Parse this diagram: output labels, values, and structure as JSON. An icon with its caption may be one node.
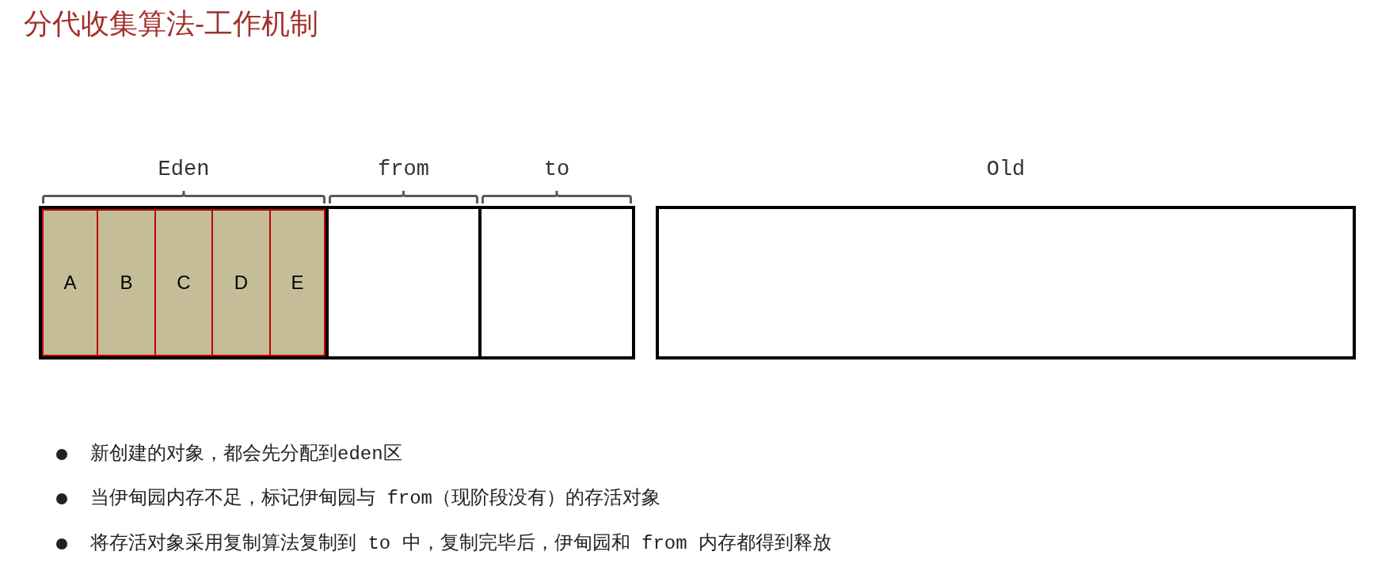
{
  "diagram": {
    "title": "分代收集算法-工作机制",
    "nodes": [
      {
        "text": [
          "Eden"
        ]
      },
      {
        "text": [
          "A"
        ],
        "in": 0
      },
      {
        "text": [
          "B"
        ],
        "in": 0
      },
      {
        "text": [
          "C"
        ],
        "in": 0
      },
      {
        "text": [
          "D"
        ],
        "in": 0
      },
      {
        "text": [
          "E"
        ],
        "in": 0
      },
      {
        "text": [
          "from"
        ]
      },
      {
        "text": [
          "to"
        ]
      },
      {
        "text": [
          "Old"
        ]
      }
    ],
    "labels": [
      "新创建的对象，都会先分配到eden区",
      "当伊甸园内存不足，标记伊甸园与 from（现阶段没有）的存活对象",
      "将存活对象采用复制算法复制到 to 中，复制完毕后，伊甸园和 from 内存都得到释放"
    ]
  }
}
